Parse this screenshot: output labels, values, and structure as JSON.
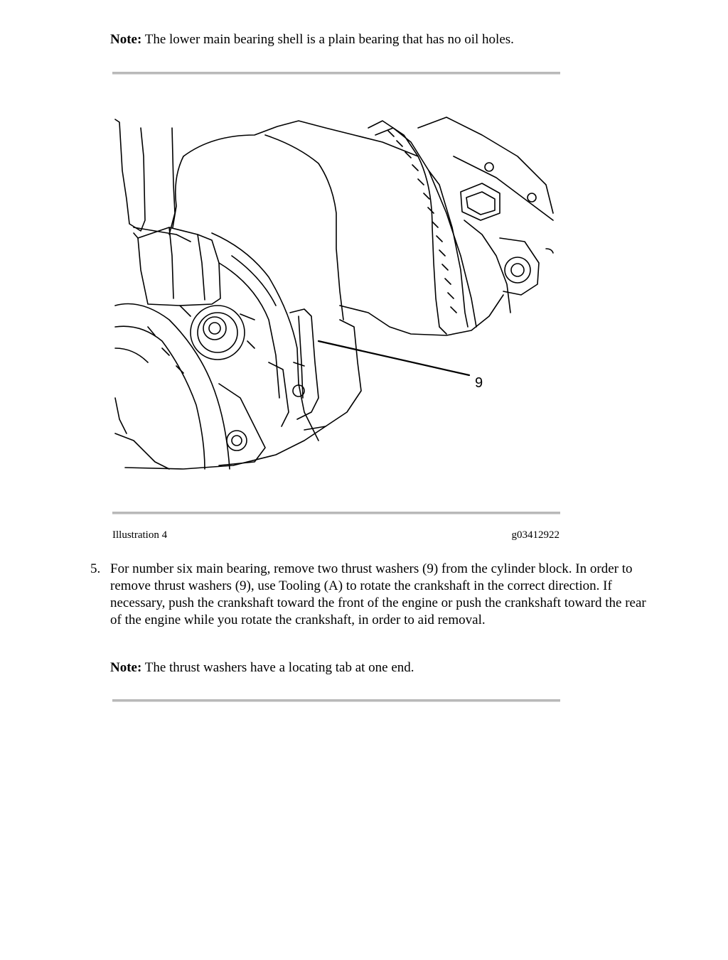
{
  "note1": {
    "label": "Note:",
    "text": " The lower main bearing shell is a plain bearing that has no oil holes."
  },
  "figure": {
    "callout": "9",
    "caption_left": "Illustration 4",
    "caption_right": "g03412922"
  },
  "step": {
    "number": "5.",
    "text": "For number six main bearing, remove two thrust washers (9) from the cylinder block. In order to remove thrust washers (9), use Tooling (A) to rotate the crankshaft in the correct direction. If necessary, push the crankshaft toward the front of the engine or push the crankshaft toward the rear of the engine while you rotate the crankshaft, in order to aid removal."
  },
  "note2": {
    "label": "Note:",
    "text": " The thrust washers have a locating tab at one end."
  }
}
